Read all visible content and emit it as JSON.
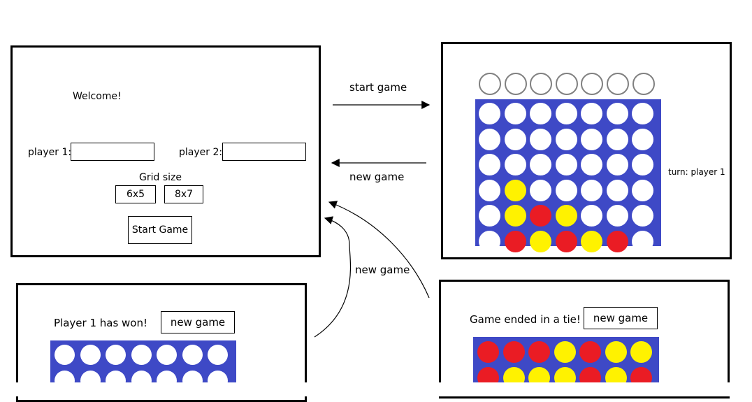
{
  "colors": {
    "board": "#3e49c6",
    "empty": "#ffffff",
    "red": "#ea1c24",
    "yellow": "#fff200",
    "preview_border": "#808080"
  },
  "welcome": {
    "title": "Welcome!",
    "player1_label": "player 1:",
    "player1_value": "",
    "player2_label": "player 2:",
    "player2_value": "",
    "grid_size_label": "Grid size",
    "size_options": [
      "6x5",
      "8x7"
    ],
    "start_button": "Start Game"
  },
  "game": {
    "turn_text": "turn: player 1",
    "columns": 7,
    "board": [
      [
        "E",
        "E",
        "E",
        "E",
        "E",
        "E",
        "E"
      ],
      [
        "E",
        "E",
        "E",
        "E",
        "E",
        "E",
        "E"
      ],
      [
        "E",
        "E",
        "E",
        "E",
        "E",
        "E",
        "E"
      ],
      [
        "E",
        "Y",
        "E",
        "E",
        "E",
        "E",
        "E"
      ],
      [
        "E",
        "Y",
        "R",
        "Y",
        "E",
        "E",
        "E"
      ],
      [
        "E",
        "R",
        "Y",
        "R",
        "Y",
        "R",
        "E"
      ]
    ]
  },
  "won": {
    "message": "Player 1 has won!",
    "new_game_button": "new game",
    "board": [
      [
        "E",
        "E",
        "E",
        "E",
        "E",
        "E",
        "E"
      ],
      [
        "E",
        "E",
        "E",
        "E",
        "E",
        "E",
        "E"
      ]
    ]
  },
  "tie": {
    "message": "Game ended in a tie!",
    "new_game_button": "new game",
    "board": [
      [
        "R",
        "R",
        "R",
        "Y",
        "R",
        "Y",
        "Y"
      ],
      [
        "R",
        "Y",
        "Y",
        "Y",
        "R",
        "Y",
        "R"
      ]
    ]
  },
  "transitions": {
    "start_game": "start game",
    "new_game_top": "new game",
    "new_game_bottom": "new game"
  }
}
